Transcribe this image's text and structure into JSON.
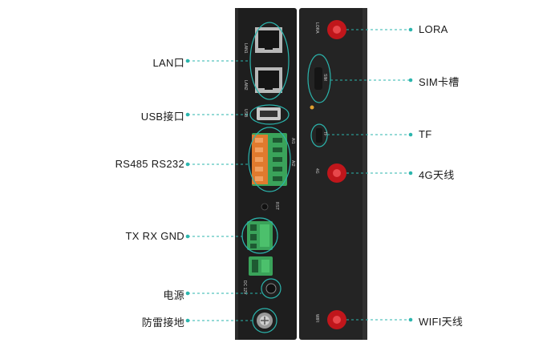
{
  "colors": {
    "leader": "#2bb5ad",
    "highlight": "#2bb5ad",
    "device_body": "#202020",
    "device_panel": "#262626",
    "antenna": "#c0161b",
    "terminal_green": "#3aa35a",
    "terminal_orange": "#e07a2e"
  },
  "callouts_left": [
    {
      "id": "lan",
      "label": "LAN口"
    },
    {
      "id": "usb",
      "label": "USB接口"
    },
    {
      "id": "rs485",
      "label": "RS485 RS232"
    },
    {
      "id": "txrx",
      "label": "TX RX GND"
    },
    {
      "id": "power",
      "label": "电源"
    },
    {
      "id": "ground",
      "label": "防雷接地"
    }
  ],
  "callouts_right": [
    {
      "id": "lora",
      "label": "LORA"
    },
    {
      "id": "sim",
      "label": "SIM卡槽"
    },
    {
      "id": "tf",
      "label": "TF"
    },
    {
      "id": "4g",
      "label": "4G天线"
    },
    {
      "id": "wifi",
      "label": "WIFI天线"
    }
  ],
  "device_labels": {
    "lan1": "LAN1",
    "lan2": "LAN2",
    "usb": "USB",
    "lora": "LORA",
    "sim": "SIM",
    "tf": "TF",
    "g4": "4G",
    "wifi": "WIFI",
    "rst": "RST",
    "dc": "DC 12V",
    "ai1": "AI1",
    "ai2": "AI2"
  }
}
